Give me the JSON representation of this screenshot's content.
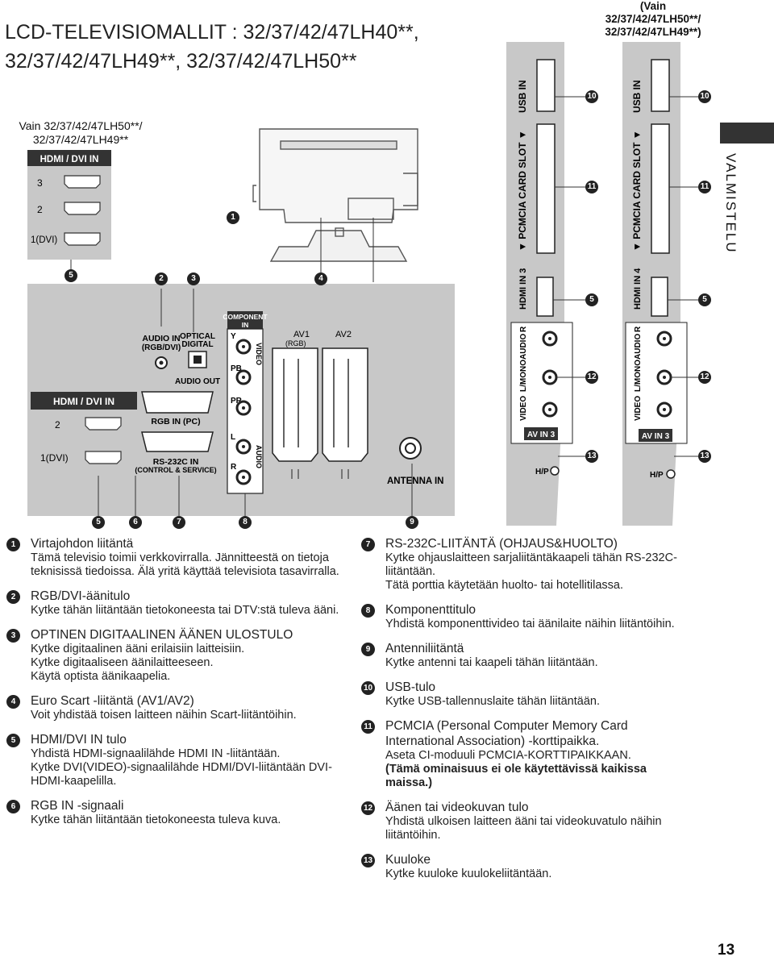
{
  "header": {
    "title_line1": "LCD-TELEVISIOMALLIT : 32/37/42/47LH40**,",
    "title_line2": "32/37/42/47LH49**, 32/37/42/47LH50**",
    "vain_top_line1": "(Vain",
    "vain_top_line2": "32/37/42/47LH50**/",
    "vain_top_line3": "32/37/42/47LH49**)",
    "vain_left_line1": "Vain 32/37/42/47LH50**/",
    "vain_left_line2": "32/37/42/47LH49**",
    "section": "VALMISTELU"
  },
  "diagram": {
    "hdmi_dvi_in": "HDMI / DVI IN",
    "hdmi_3": "3",
    "hdmi_2": "2",
    "hdmi_1dvi": "1(DVI)",
    "audio_in": "AUDIO IN",
    "audio_in_sub": "(RGB/DVI)",
    "optical": "OPTICAL",
    "digital": "DIGITAL",
    "audio_out": "AUDIO OUT",
    "rgb_in": "RGB IN (PC)",
    "rs232c_in": "RS-232C IN",
    "control_service": "(CONTROL & SERVICE)",
    "component": "COMPONENT",
    "component_in": "IN",
    "y": "Y",
    "pb": "PB",
    "pr": "PR",
    "l": "L",
    "r": "R",
    "video": "VIDEO",
    "audio": "AUDIO",
    "av1": "AV1",
    "av1_rgb": "(RGB)",
    "av2": "AV2",
    "antenna_in": "ANTENNA IN",
    "usb_in": "USB IN",
    "pcmcia": "▼ PCMCIA CARD SLOT ▼",
    "hdmi_in3": "HDMI IN 3",
    "hdmi_in4": "HDMI IN 4",
    "side_video": "VIDEO",
    "side_lmono": "L/MONO",
    "side_audio": "AUDIO",
    "side_r": "R",
    "av_in3": "AV IN 3",
    "hp": "H/P",
    "callouts": [
      "1",
      "2",
      "3",
      "4",
      "5",
      "6",
      "7",
      "8",
      "9",
      "10",
      "11",
      "12",
      "13"
    ]
  },
  "items_left": [
    {
      "n": "1",
      "title": "Virtajohdon liitäntä",
      "desc": [
        "Tämä televisio toimii verkkovirralla. Jännitteestä on tietoja teknisissä tiedoissa. Älä yritä käyttää televisiota tasavirralla."
      ]
    },
    {
      "n": "2",
      "title": "RGB/DVI-äänitulo",
      "desc": [
        "Kytke tähän liitäntään tietokoneesta tai DTV:stä tuleva ääni."
      ]
    },
    {
      "n": "3",
      "title": "OPTINEN DIGITAALINEN ÄÄNEN ULOSTULO",
      "desc": [
        "Kytke digitaalinen ääni erilaisiin laitteisiin.",
        "Kytke digitaaliseen äänilaitteeseen.",
        "Käytä optista äänikaapelia."
      ]
    },
    {
      "n": "4",
      "title": "Euro Scart -liitäntä (AV1/AV2)",
      "desc": [
        "Voit yhdistää toisen laitteen näihin Scart-liitäntöihin."
      ]
    },
    {
      "n": "5",
      "title": "HDMI/DVI IN tulo",
      "desc": [
        "Yhdistä HDMI-signaalilähde HDMI IN -liitäntään.",
        "Kytke DVI(VIDEO)-signaalilähde HDMI/DVI-liitäntään DVI-HDMI-kaapelilla."
      ]
    },
    {
      "n": "6",
      "title": "RGB IN -signaali",
      "desc": [
        "Kytke tähän liitäntään tietokoneesta tuleva kuva."
      ]
    }
  ],
  "items_right": [
    {
      "n": "7",
      "title": "RS-232C-LIITÄNTÄ (OHJAUS&HUOLTO)",
      "desc": [
        "Kytke ohjauslaitteen sarjaliitäntäkaapeli tähän RS-232C-liitäntään.",
        "Tätä porttia käytetään huolto- tai hotellitilassa."
      ]
    },
    {
      "n": "8",
      "title": "Komponenttitulo",
      "desc": [
        "Yhdistä komponenttivideo tai äänilaite näihin liitäntöihin."
      ]
    },
    {
      "n": "9",
      "title": "Antenniliitäntä",
      "desc": [
        "Kytke antenni tai kaapeli tähän liitäntään."
      ]
    },
    {
      "n": "10",
      "title": "USB-tulo",
      "desc": [
        "Kytke USB-tallennuslaite tähän liitäntään."
      ]
    },
    {
      "n": "11",
      "title": "PCMCIA (Personal Computer Memory Card International Association) -korttipaikka.",
      "desc": [
        "Aseta CI-moduuli PCMCIA-KORTTIPAIKKAAN."
      ],
      "bold": "(Tämä ominaisuus ei ole käytettävissä kaikissa maissa.)"
    },
    {
      "n": "12",
      "title": "Äänen tai videokuvan tulo",
      "desc": [
        "Yhdistä ulkoisen laitteen ääni tai videokuvatulo näihin liitäntöihin."
      ]
    },
    {
      "n": "13",
      "title": "Kuuloke",
      "desc": [
        "Kytke kuuloke kuulokeliitäntään."
      ]
    }
  ],
  "page_number": "13"
}
